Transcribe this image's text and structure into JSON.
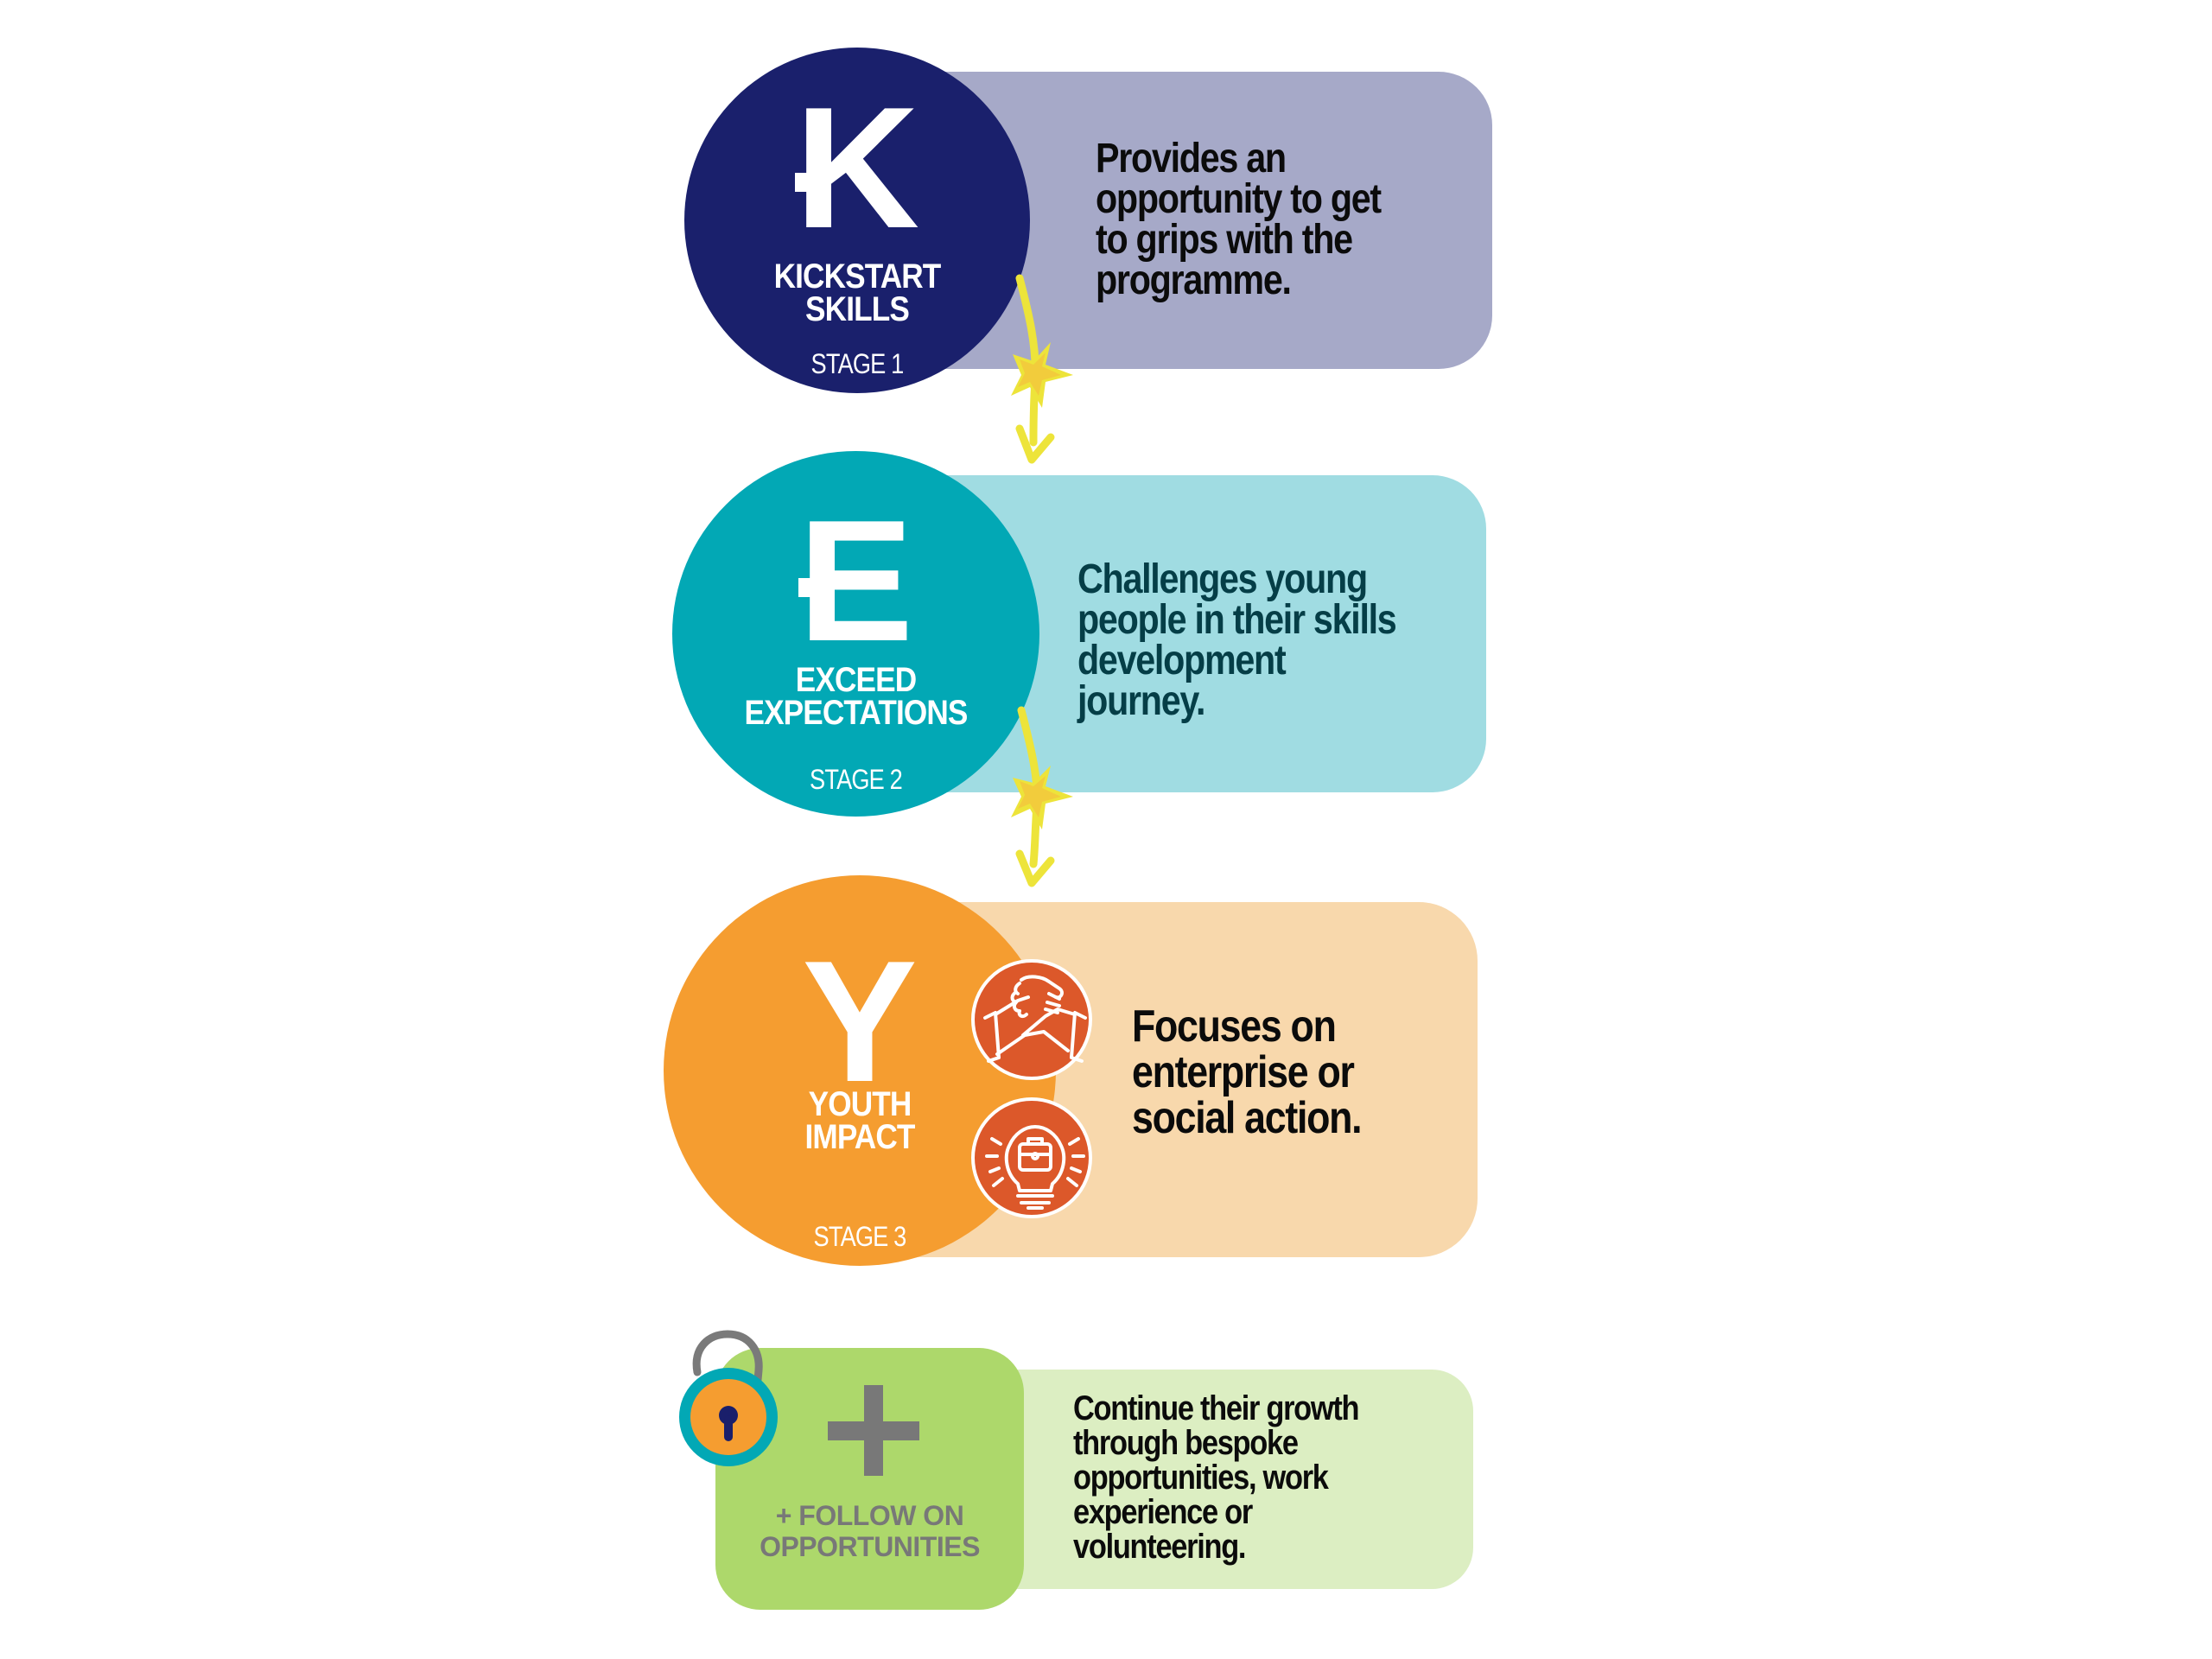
{
  "colors": {
    "stage1_circle": "#1A206C",
    "stage1_panel": "#A6A9C8",
    "stage2_circle": "#02A8B5",
    "stage2_panel": "#A0DCE2",
    "stage2_text": "#053E47",
    "stage3_circle": "#F59D30",
    "stage3_panel": "#F8D8AC",
    "stage3_icon_bg": "#DC582A",
    "follow_box": "#ADD86B",
    "follow_panel": "#DCEEC2",
    "follow_text": "#787878",
    "arrow": "#EDE43A",
    "star_inner": "#F2CC3C"
  },
  "stages": [
    {
      "letter": "K",
      "title_line1": "KICKSTART",
      "title_line2": "SKILLS",
      "stage_label": "STAGE 1",
      "description": "Provides an\nopportunity to get\nto grips with the\nprogramme."
    },
    {
      "letter": "E",
      "title_line1": "EXCEED",
      "title_line2": "EXPECTATIONS",
      "stage_label": "STAGE 2",
      "description": "Challenges young\npeople in their skills\ndevelopment\njourney."
    },
    {
      "letter": "Y",
      "title_line1": "YOUTH",
      "title_line2": "IMPACT",
      "stage_label": "STAGE 3",
      "description": "Focuses on\nenterprise or\nsocial action.",
      "icons": [
        "handshake-icon",
        "lightbulb-briefcase-icon"
      ]
    }
  ],
  "follow_on": {
    "icon": "unlocked-padlock-icon",
    "symbol": "plus",
    "label": "+ FOLLOW ON\nOPPORTUNITIES",
    "description": "Continue their growth\nthrough bespoke\nopportunities, work\nexperience or\nvolunteering."
  },
  "connectors": [
    {
      "from": "stage-1",
      "to": "stage-2",
      "decoration": "star"
    },
    {
      "from": "stage-2",
      "to": "stage-3",
      "decoration": "star"
    }
  ]
}
